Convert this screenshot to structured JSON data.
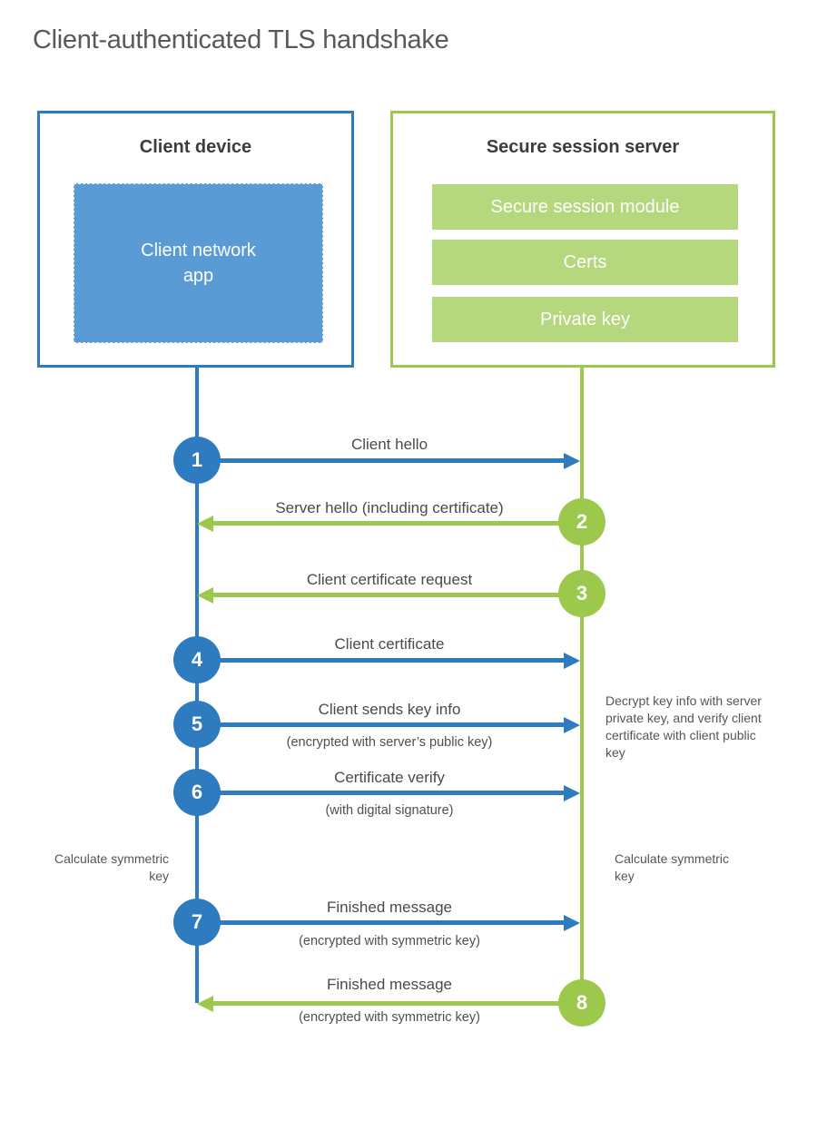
{
  "title": "Client-authenticated TLS handshake",
  "colors": {
    "blue": "#2e7bbf",
    "blue-light": "#5b9bd5",
    "green": "#9cc94c",
    "green-light": "#b5d77d"
  },
  "client": {
    "title": "Client device",
    "app_label": "Client network app"
  },
  "server": {
    "title": "Secure session server",
    "modules": [
      "Secure session module",
      "Certs",
      "Private key"
    ]
  },
  "messages": [
    {
      "num": "1",
      "label": "Client hello",
      "sublabel": "",
      "direction": "client-to-server"
    },
    {
      "num": "2",
      "label": "Server hello (including certificate)",
      "sublabel": "",
      "direction": "server-to-client"
    },
    {
      "num": "3",
      "label": "Client certificate request",
      "sublabel": "",
      "direction": "server-to-client"
    },
    {
      "num": "4",
      "label": "Client certificate",
      "sublabel": "",
      "direction": "client-to-server"
    },
    {
      "num": "5",
      "label": "Client sends key info",
      "sublabel": "(encrypted with server’s public key)",
      "direction": "client-to-server"
    },
    {
      "num": "6",
      "label": "Certificate verify",
      "sublabel": "(with digital signature)",
      "direction": "client-to-server"
    },
    {
      "num": "7",
      "label": "Finished message",
      "sublabel": "(encrypted with symmetric key)",
      "direction": "client-to-server"
    },
    {
      "num": "8",
      "label": "Finished message",
      "sublabel": "(encrypted with symmetric key)",
      "direction": "server-to-client"
    }
  ],
  "notes": {
    "decrypt": "Decrypt key info with server private key, and verify client certificate with client public key",
    "calc_left": "Calculate symmetric key",
    "calc_right": "Calculate symmetric key"
  }
}
